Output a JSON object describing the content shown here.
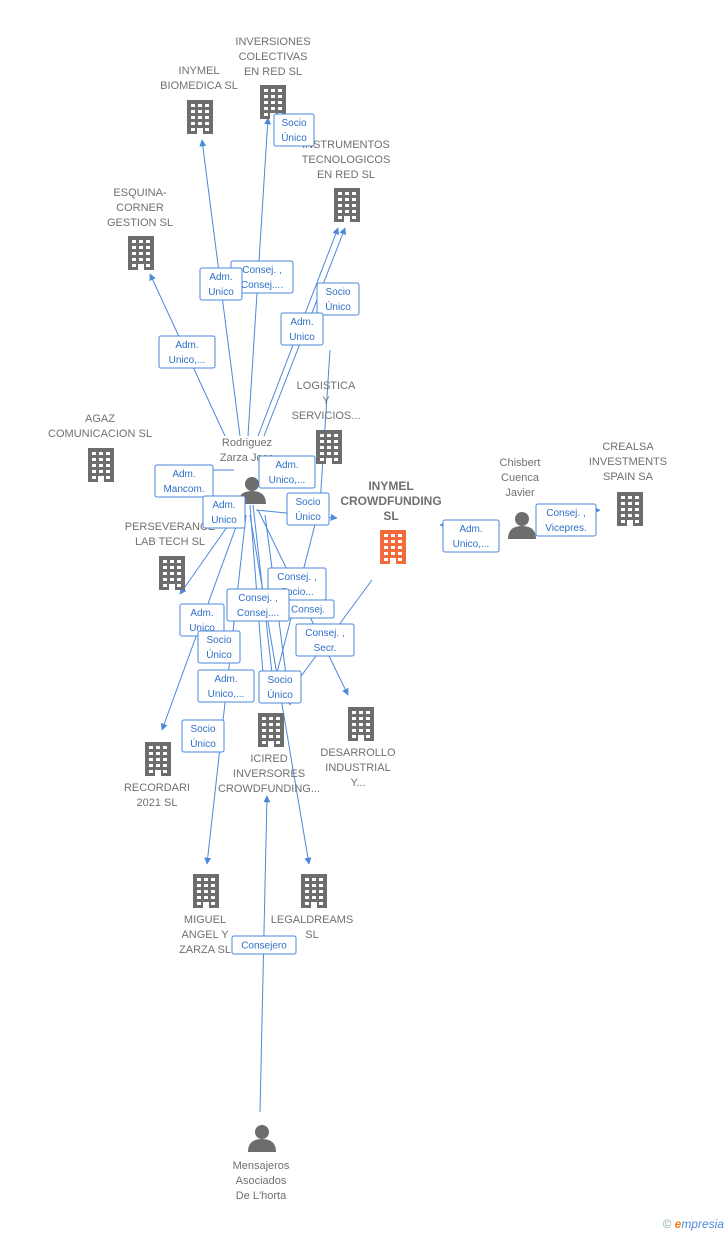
{
  "colors": {
    "accent": "#4a89dc",
    "company": "#6d6d6d",
    "focus": "#f26b3a",
    "person": "#6d6d6d"
  },
  "watermark": {
    "symbol": "©",
    "brand_initial": "e",
    "brand_rest": "mpresia"
  },
  "nodes": [
    {
      "id": "inymel-biomedica",
      "kind": "company",
      "lines": [
        "INYMEL",
        "BIOMEDICA  SL"
      ]
    },
    {
      "id": "inversiones-colectivas",
      "kind": "company",
      "lines": [
        "INVERSIONES",
        "COLECTIVAS",
        "EN RED  SL"
      ]
    },
    {
      "id": "instrumentos",
      "kind": "company",
      "lines": [
        "INSTRUMENTOS",
        "TECNOLOGICOS",
        "EN RED  SL"
      ]
    },
    {
      "id": "esquina-corner",
      "kind": "company",
      "lines": [
        "ESQUINA-",
        "CORNER",
        "GESTION  SL"
      ]
    },
    {
      "id": "logistica",
      "kind": "company",
      "lines": [
        "LOGISTICA",
        "Y",
        "SERVICIOS..."
      ]
    },
    {
      "id": "agaz",
      "kind": "company",
      "lines": [
        "AGAZ",
        "COMUNICACION SL"
      ]
    },
    {
      "id": "rodriguez",
      "kind": "person",
      "lines": [
        "Rodriguez",
        "Zarza Jose"
      ]
    },
    {
      "id": "inymel-crowdfunding",
      "kind": "focus",
      "lines": [
        "INYMEL",
        "CROWDFUNDING",
        "SL"
      ]
    },
    {
      "id": "chisbert",
      "kind": "person",
      "lines": [
        "Chisbert",
        "Cuenca",
        "Javier"
      ]
    },
    {
      "id": "crealsa",
      "kind": "company",
      "lines": [
        "CREALSA",
        "INVESTMENTS",
        "SPAIN SA"
      ]
    },
    {
      "id": "perseverance",
      "kind": "company",
      "lines": [
        "PERSEVERANCE",
        "LAB TECH  SL"
      ]
    },
    {
      "id": "recordari",
      "kind": "company",
      "lines": [
        "RECORDARI",
        "2021  SL"
      ]
    },
    {
      "id": "icired",
      "kind": "company",
      "lines": [
        "ICIRED",
        "INVERSORES",
        "CROWDFUNDING..."
      ]
    },
    {
      "id": "desarrollo",
      "kind": "company",
      "lines": [
        "DESARROLLO",
        "INDUSTRIAL",
        "Y..."
      ]
    },
    {
      "id": "miguel-angel",
      "kind": "company",
      "lines": [
        "MIGUEL",
        "ANGEL Y",
        "ZARZA SL"
      ]
    },
    {
      "id": "legaldreams",
      "kind": "company",
      "lines": [
        "LEGALDREAMS",
        "SL"
      ]
    },
    {
      "id": "mensajeros",
      "kind": "person",
      "lines": [
        "Mensajeros",
        "Asociados",
        "De L'horta"
      ]
    }
  ],
  "roles": [
    {
      "id": "r1",
      "lines": [
        "Socio",
        "Único"
      ]
    },
    {
      "id": "r2",
      "lines": [
        "Consej. ,",
        "Consej...."
      ]
    },
    {
      "id": "r3",
      "lines": [
        "Adm.",
        "Unico"
      ]
    },
    {
      "id": "r4",
      "lines": [
        "Socio",
        "Único"
      ]
    },
    {
      "id": "r5",
      "lines": [
        "Adm.",
        "Unico"
      ]
    },
    {
      "id": "r6",
      "lines": [
        "Adm.",
        "Unico,..."
      ]
    },
    {
      "id": "r7",
      "lines": [
        "Adm.",
        "Unico,..."
      ]
    },
    {
      "id": "r8",
      "lines": [
        "Adm.",
        "Mancom."
      ]
    },
    {
      "id": "r9",
      "lines": [
        "Adm.",
        "Unico"
      ]
    },
    {
      "id": "r10",
      "lines": [
        "Socio",
        "Único"
      ]
    },
    {
      "id": "r11",
      "lines": [
        "Adm.",
        "Unico,..."
      ]
    },
    {
      "id": "r12",
      "lines": [
        "Consej. ,",
        "Vicepres."
      ]
    },
    {
      "id": "r13",
      "lines": [
        "Consej. ,",
        "Socio..."
      ]
    },
    {
      "id": "r14",
      "lines": [
        "Consej."
      ]
    },
    {
      "id": "r15",
      "lines": [
        "Consej. ,",
        "Consej...."
      ]
    },
    {
      "id": "r16",
      "lines": [
        "Adm.",
        "Unico"
      ]
    },
    {
      "id": "r17",
      "lines": [
        "Socio",
        "Único"
      ]
    },
    {
      "id": "r18",
      "lines": [
        "Consej. ,",
        "Secr."
      ]
    },
    {
      "id": "r19",
      "lines": [
        "Adm.",
        "Unico,..."
      ]
    },
    {
      "id": "r20",
      "lines": [
        "Socio",
        "Único"
      ]
    },
    {
      "id": "r21",
      "lines": [
        "Socio",
        "Único"
      ]
    },
    {
      "id": "r22",
      "lines": [
        "Consejero"
      ]
    }
  ]
}
